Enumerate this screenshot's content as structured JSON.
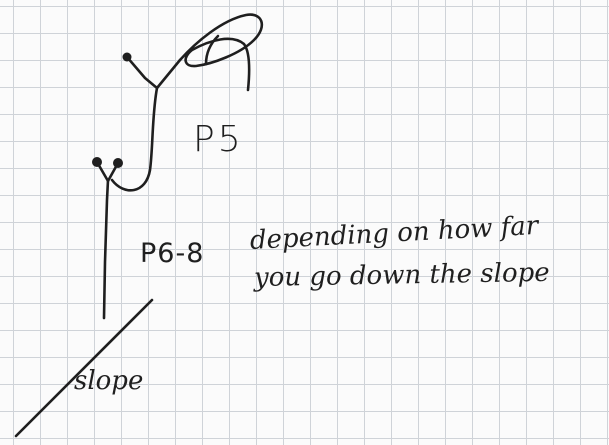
{
  "labels": {
    "p5": "P5",
    "p6_8": "P6-8",
    "note_line1": "depending on how far",
    "note_line2": "you go down the slope",
    "slope": "slope"
  },
  "colors": {
    "ink": "#1f1f1f",
    "paper": "#fbfbfb",
    "grid": "#cfd3d8"
  }
}
